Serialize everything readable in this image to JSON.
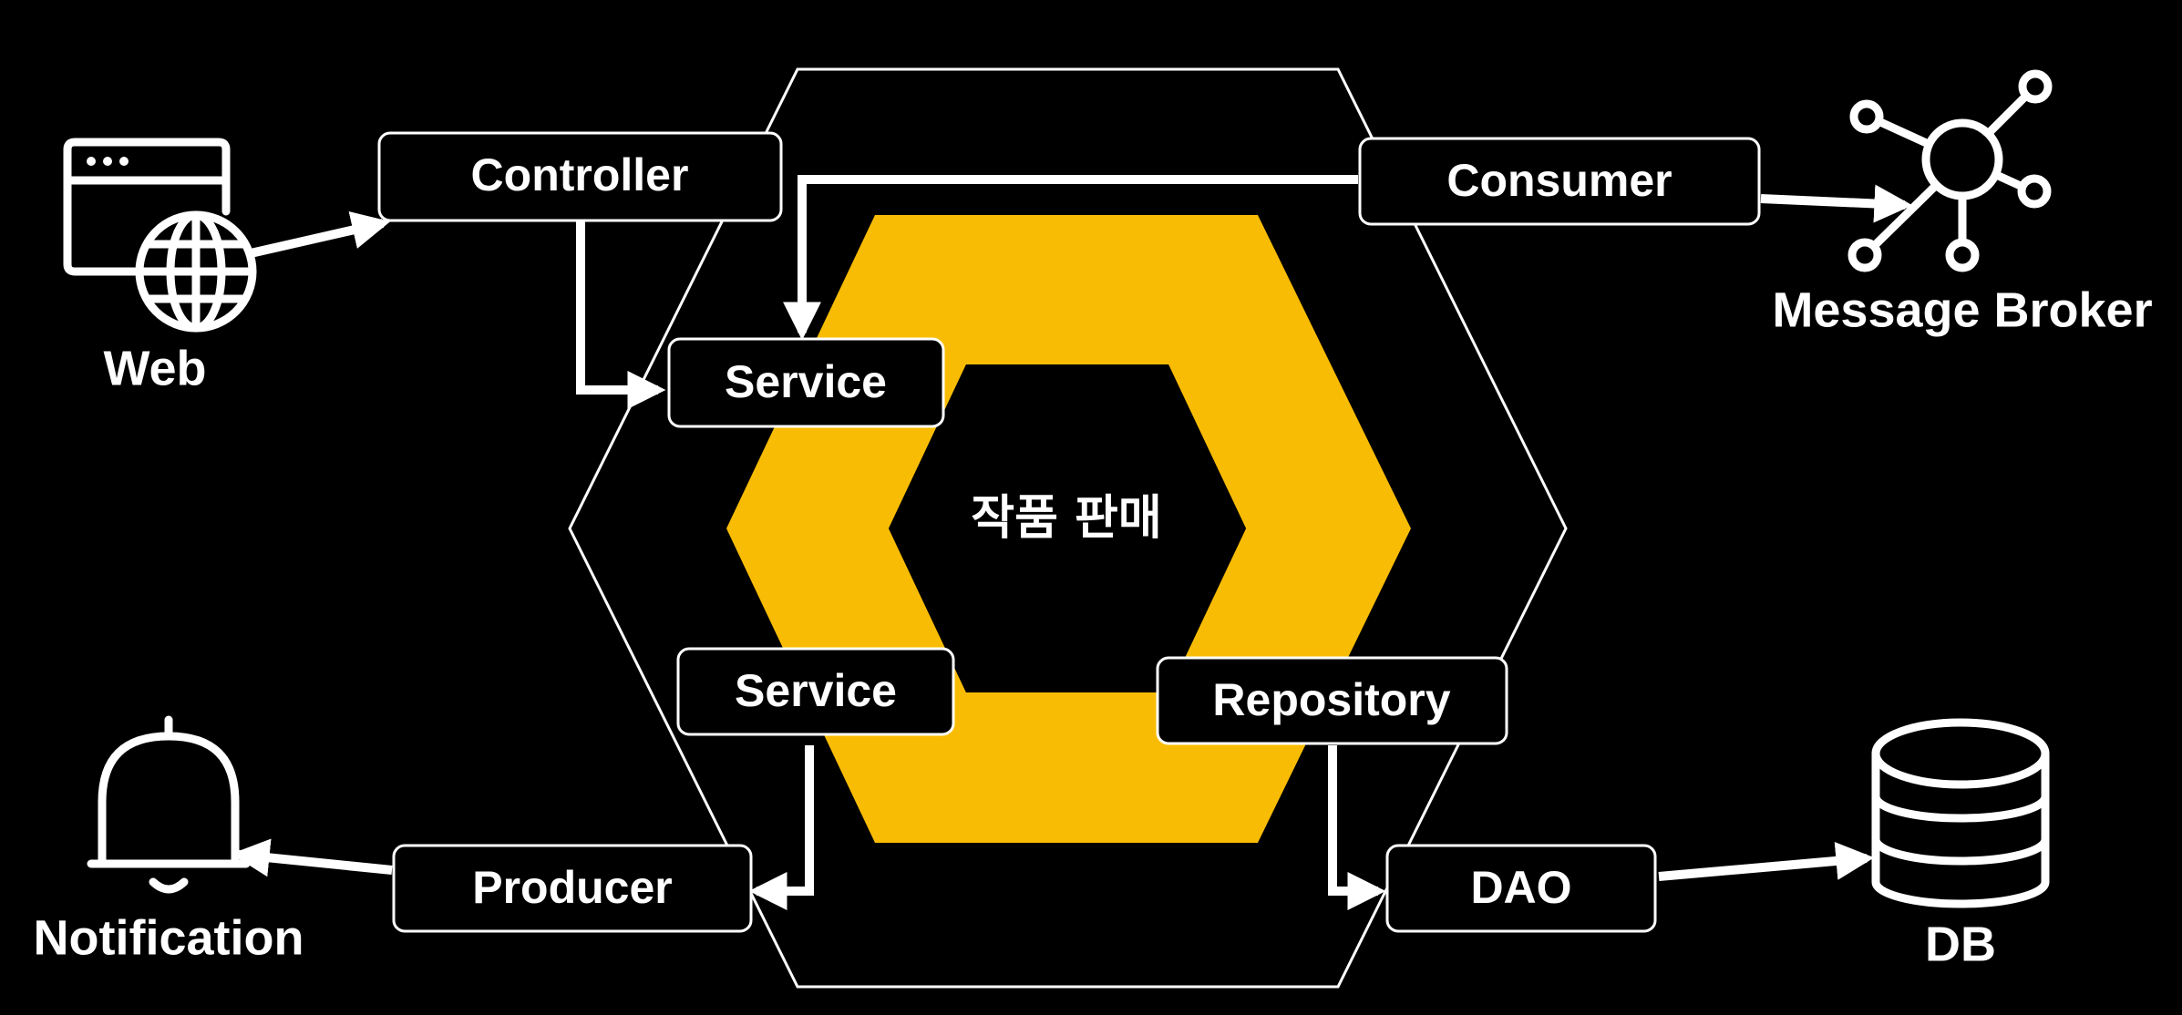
{
  "diagram": {
    "core": {
      "label": "작품 판매"
    },
    "components": {
      "controller": "Controller",
      "service_top": "Service",
      "service_bottom": "Service",
      "consumer": "Consumer",
      "repository": "Repository",
      "producer": "Producer",
      "dao": "DAO"
    },
    "externals": {
      "web": {
        "label": "Web",
        "icon": "web-globe-icon"
      },
      "message_broker": {
        "label": "Message Broker",
        "icon": "broker-network-icon"
      },
      "notification": {
        "label": "Notification",
        "icon": "bell-icon"
      },
      "db": {
        "label": "DB",
        "icon": "database-icon"
      }
    },
    "colors": {
      "background": "#000000",
      "ring": "#f9bc04",
      "line": "#ffffff"
    }
  }
}
